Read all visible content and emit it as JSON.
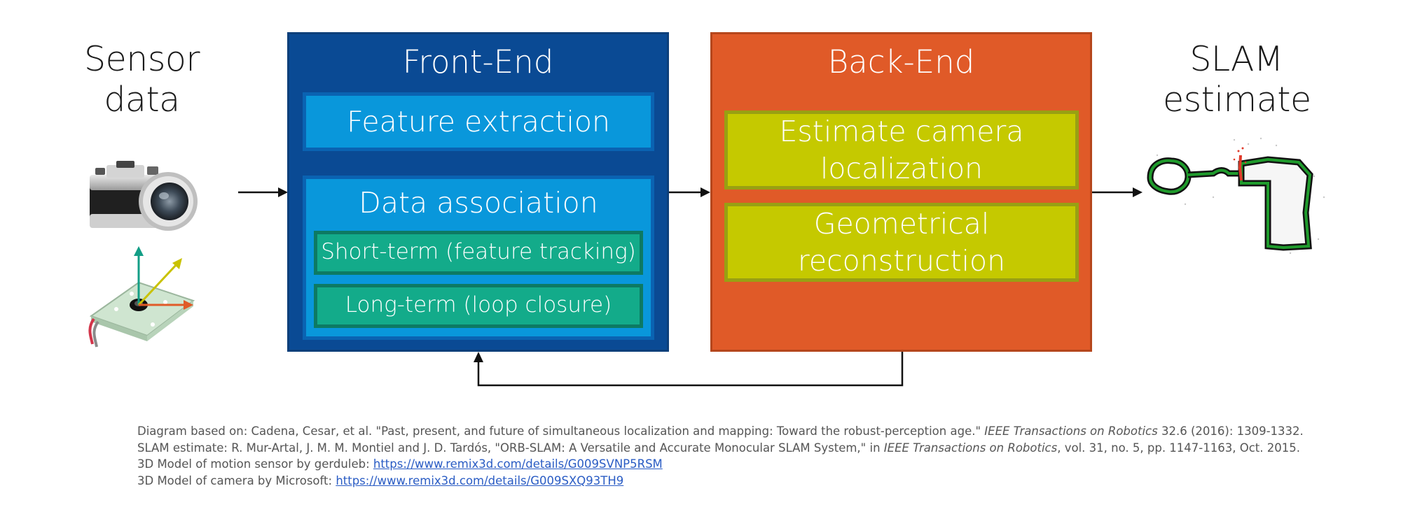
{
  "left_label": {
    "line1": "Sensor",
    "line2": "data"
  },
  "right_label": {
    "line1": "SLAM",
    "line2": "estimate"
  },
  "front_end": {
    "title": "Front-End",
    "feature_extraction": "Feature extraction",
    "data_association": "Data association",
    "short_term": "Short-term (feature tracking)",
    "long_term": "Long-term (loop closure)"
  },
  "back_end": {
    "title": "Back-End",
    "estimate_line1": "Estimate camera",
    "estimate_line2": "localization",
    "geometric_line1": "Geometrical",
    "geometric_line2": "reconstruction"
  },
  "references": {
    "r1_pre": "Diagram based on: Cadena, Cesar, et al. \"Past, present, and future of simultaneous localization and mapping: Toward the robust-perception age.\" ",
    "r1_journal": "IEEE Transactions on Robotics",
    "r1_post": " 32.6 (2016): 1309-1332.",
    "r2_pre": "SLAM estimate: R. Mur-Artal, J. M. M. Montiel and J. D. Tardós, \"ORB-SLAM: A Versatile and Accurate Monocular SLAM System,\" in ",
    "r2_journal": "IEEE Transactions on Robotics",
    "r2_post": ", vol. 31, no. 5, pp. 1147-1163, Oct. 2015.",
    "r3_pre": "3D Model of motion sensor by gerduleb: ",
    "r3_link": "https://www.remix3d.com/details/G009SVNP5RSM",
    "r4_pre": "3D Model of camera by Microsoft: ",
    "r4_link": "https://www.remix3d.com/details/G009SXQ93TH9"
  },
  "colors": {
    "front_end_bg": "#0a4a94",
    "blue_box": "#0997db",
    "green_box": "#13ab8a",
    "back_end_bg": "#e05a28",
    "yellow_box": "#c5c900"
  },
  "icons": [
    "camera-icon",
    "motion-sensor-icon",
    "slam-map-icon"
  ]
}
